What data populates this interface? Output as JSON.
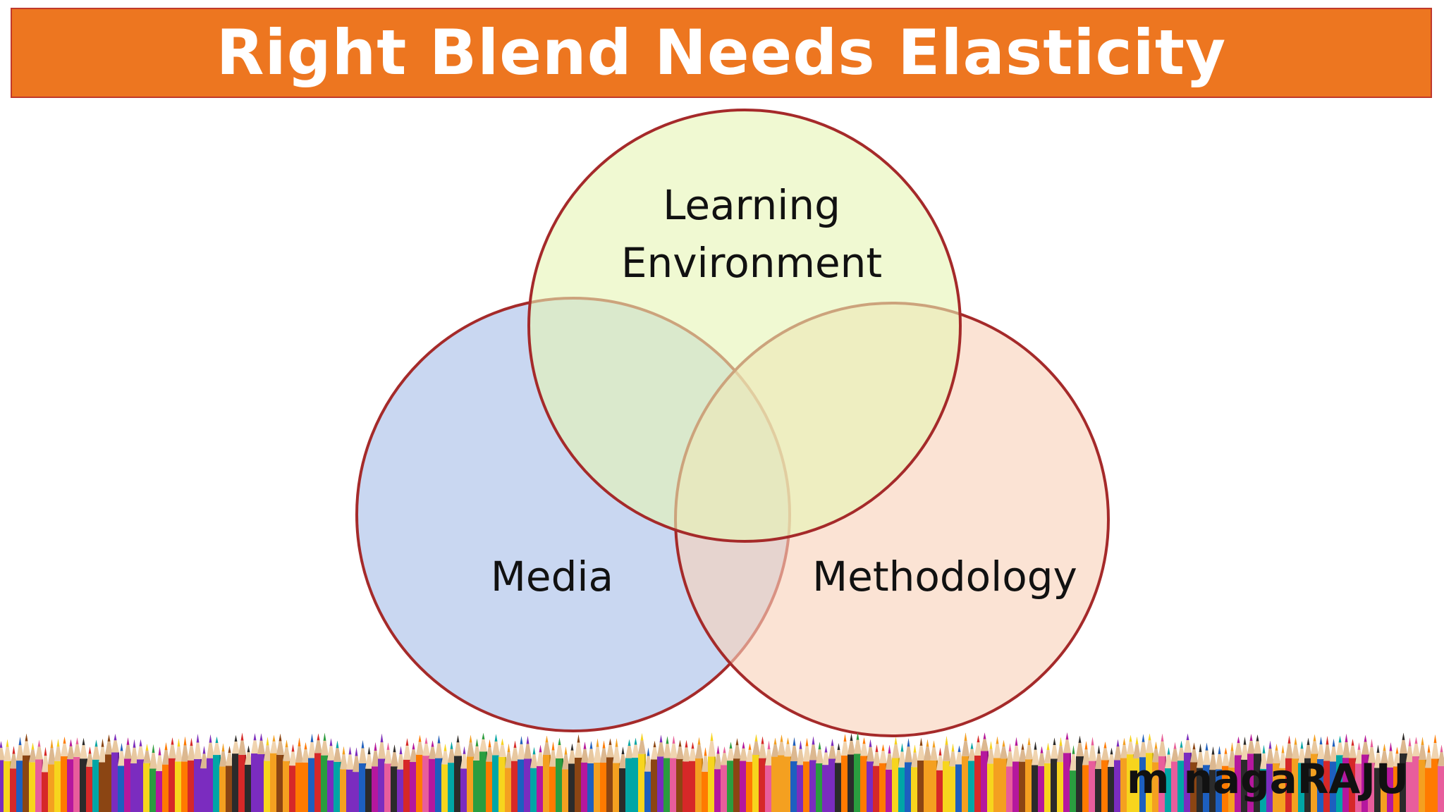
{
  "slide": {
    "title": "Right Blend Needs Elasticity",
    "author": "m nagaRAJU"
  },
  "venn": {
    "circles": [
      {
        "id": "learning-environment",
        "lines": [
          "Learning",
          "Environment"
        ],
        "fill": "#e6f5b4",
        "stroke": "#a52a2a"
      },
      {
        "id": "media",
        "lines": [
          "Media"
        ],
        "fill": "#b4c8eb",
        "stroke": "#a52a2a"
      },
      {
        "id": "methodology",
        "lines": [
          "Methodology"
        ],
        "fill": "#f8d2b9",
        "stroke": "#a52a2a"
      }
    ]
  },
  "colors": {
    "title_bar": "#ed7620",
    "title_text": "#ffffff",
    "outline": "#a52a2a"
  },
  "decor": {
    "footer": "colored-pencils-strip"
  }
}
